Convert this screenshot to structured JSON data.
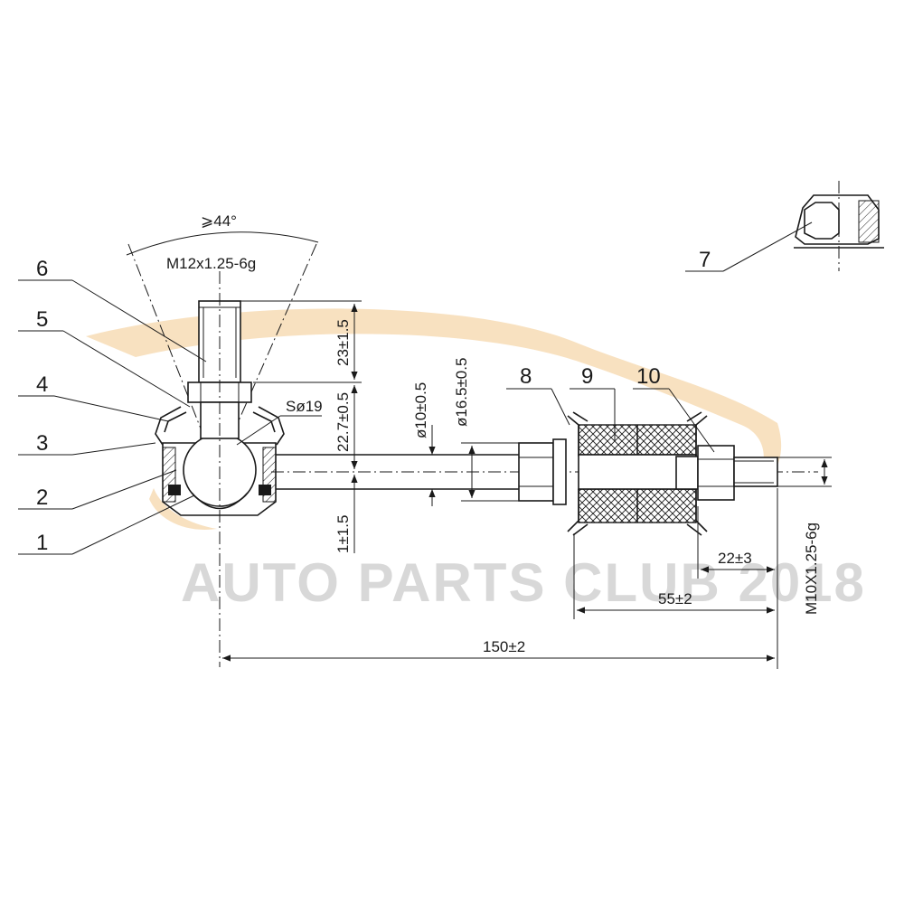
{
  "watermark": {
    "text": "AUTO PARTS CLUB 2018",
    "swoosh_color": "#f6d9b0"
  },
  "callouts": {
    "c1": "1",
    "c2": "2",
    "c3": "3",
    "c4": "4",
    "c5": "5",
    "c6": "6",
    "c7": "7",
    "c8": "8",
    "c9": "9",
    "c10": "10"
  },
  "dimensions": {
    "angle": "⩾44°",
    "thread_top": "M12x1.25-6g",
    "stud_length": "23±1.5",
    "ball_sphere": "Sø19",
    "ball_height": "22.7±0.5",
    "ball_offset": "1±1.5",
    "rod_dia": "ø10±0.5",
    "bush_dia": "ø16.5±0.5",
    "thread_right": "M10X1.25-6g",
    "end_length": "22±3",
    "bush_length": "55±2",
    "total_length": "150±2"
  },
  "colors": {
    "line": "#1a1a1a",
    "rubber_hatch": "#1a1a1a"
  }
}
